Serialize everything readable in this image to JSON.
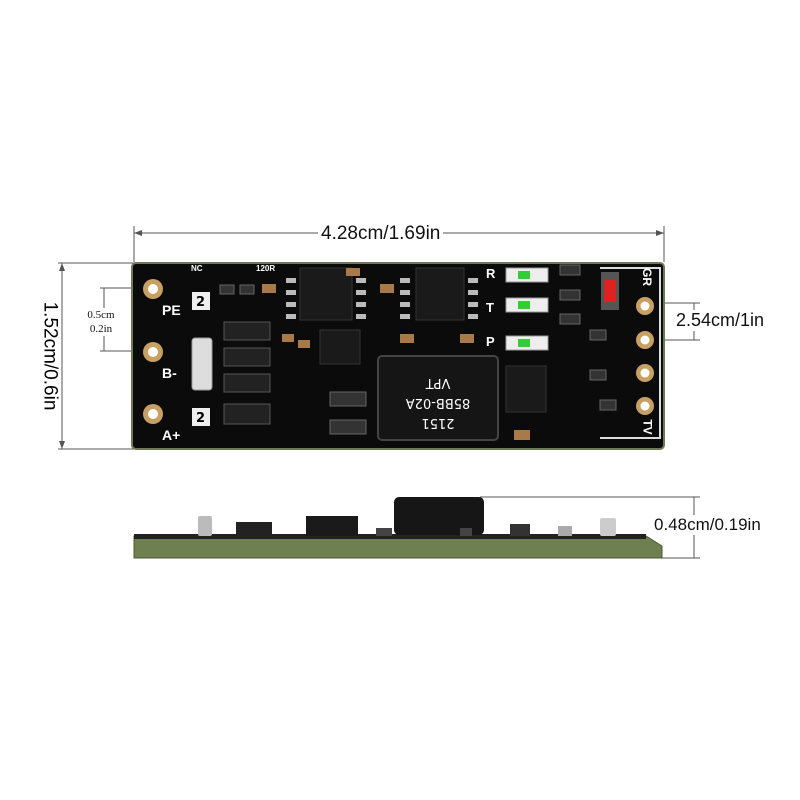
{
  "dimensions": {
    "length": "4.28cm/1.69in",
    "width": "1.52cm/0.6in",
    "pin_pitch": "2.54cm/1in",
    "pad_spacing_cm": "0.5cm",
    "pad_spacing_in": "0.2in",
    "height": "0.48cm/0.19in"
  },
  "board_labels": {
    "left": [
      "PE",
      "B-",
      "A+"
    ],
    "right": [
      "R",
      "T",
      "P"
    ],
    "right_corner_top": "GR",
    "right_corner_bottom": "TV",
    "nc": "NC",
    "r120": "120R"
  },
  "transformer": {
    "line1": "2151",
    "line2": "85BB-02A",
    "line3": "VPT"
  },
  "colors": {
    "pcb": "#0b0b0b",
    "pad": "#c9a064",
    "pcb_edge": "#8a9a6a",
    "dim_line": "#555555"
  }
}
